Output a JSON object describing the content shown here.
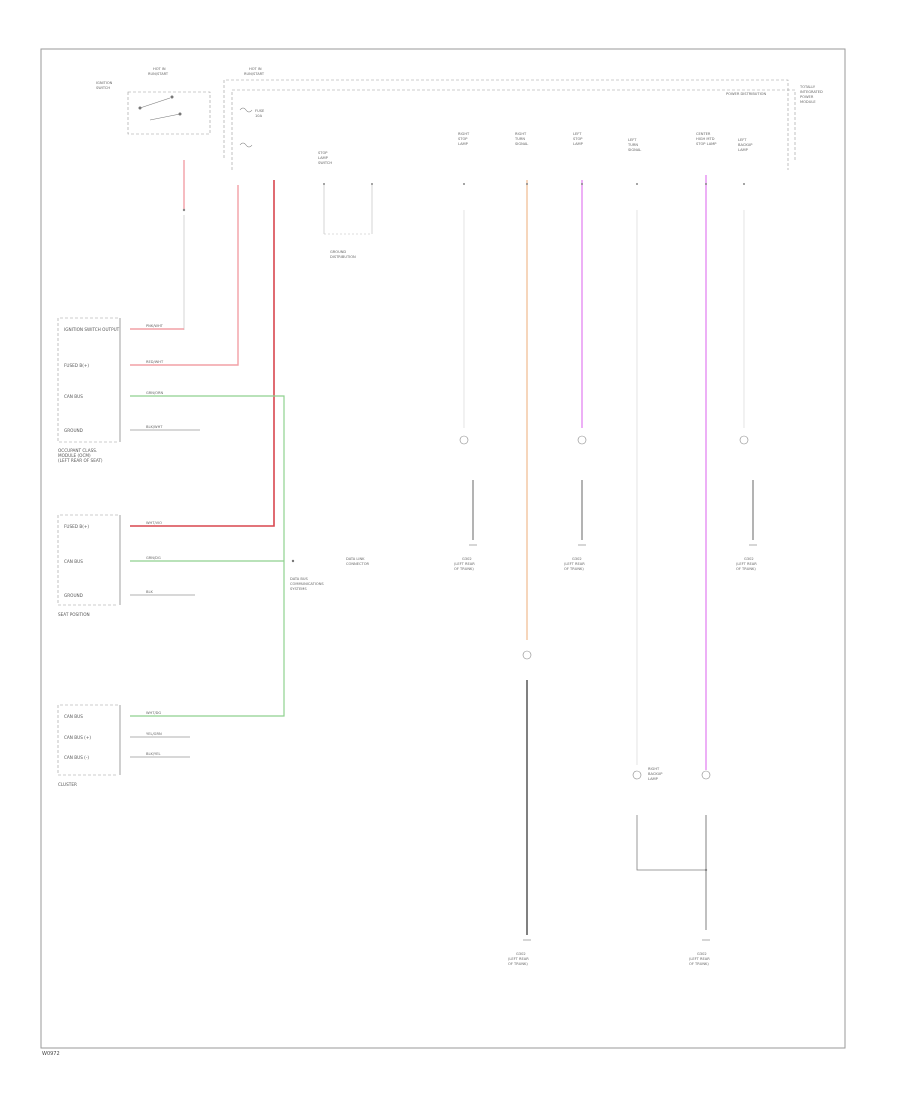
{
  "diagram": {
    "frame_id": "W0972",
    "colors": {
      "pink": "#f2a0a6",
      "red": "#d9474f",
      "green": "#8fd18f",
      "orange": "#f2c4a0",
      "violet": "#e58ef2",
      "gray": "#808080",
      "outline": "#9a9a9a"
    },
    "top_left_labels": {
      "ignition_switch": [
        "IGNITION",
        "SWITCH"
      ],
      "hot_run_1": [
        "HOT IN",
        "RUN/START"
      ],
      "hot_run_2": [
        "HOT IN",
        "RUN/START"
      ],
      "fuse": [
        "FUSE",
        "10A"
      ],
      "power_distribution": [
        "POWER DISTRIBUTION"
      ],
      "totally_integrated": [
        "TOTALLY",
        "INTEGRATED",
        "POWER",
        "MODULE"
      ],
      "stop_lamp_switch": [
        "STOP",
        "LAMP",
        "SWITCH"
      ]
    },
    "modules": {
      "occupant_classification": {
        "name": [
          "OCCUPANT CLASS.",
          "MODULE (OCM)",
          "(LEFT REAR OF SEAT)"
        ],
        "pins": [
          "IGNITION SWITCH OUTPUT",
          "FUSED B(+)",
          "CAN BUS",
          "GROUND"
        ]
      },
      "seat_position": {
        "name": [
          "SEAT POSITION"
        ],
        "pins": [
          "FUSED B(+)",
          "CAN BUS",
          "GROUND"
        ]
      },
      "cluster": {
        "name": [
          "CLUSTER"
        ],
        "pins": [
          "CAN BUS",
          "CAN BUS (+)",
          "CAN BUS (-)"
        ]
      }
    },
    "wire_labels": {
      "w1": "PNK/WHT",
      "w2": "RED/WHT",
      "w3": "WHT/VIO",
      "w4": "GRN/ORN",
      "w5": "GRN/DG",
      "w6": "WHT/DG",
      "w7": "BLK/WHT",
      "w8": "BLK",
      "w9": "YEL/GRN",
      "w10": "BLK/YEL"
    },
    "lamp_groups": {
      "lamp_1": [
        "RIGHT",
        "STOP",
        "LAMP"
      ],
      "lamp_2": [
        "RIGHT",
        "TURN",
        "SIGNAL"
      ],
      "lamp_3": [
        "LEFT",
        "STOP",
        "LAMP"
      ],
      "lamp_4": [
        "LEFT",
        "TURN",
        "SIGNAL"
      ],
      "lamp_5": [
        "CENTER",
        "HIGH MTD",
        "STOP LAMP"
      ],
      "lamp_6": [
        "LEFT",
        "BACKUP",
        "LAMP"
      ],
      "lamp_7": [
        "RIGHT",
        "BACKUP",
        "LAMP"
      ]
    },
    "ground_labels": {
      "g1": [
        "G302",
        "(LEFT REAR",
        "OF TRUNK)"
      ],
      "g2": [
        "G302",
        "(LEFT REAR",
        "OF TRUNK)"
      ],
      "g3": [
        "G302",
        "(LEFT REAR",
        "OF TRUNK)"
      ],
      "g4": [
        "G302",
        "(LEFT REAR",
        "OF TRUNK)"
      ],
      "g5": [
        "G302",
        "(LEFT REAR",
        "OF TRUNK)"
      ]
    },
    "misc_labels": {
      "ground_ref": [
        "GROUND",
        "DISTRIBUTION"
      ],
      "data_link": [
        "DATA LINK",
        "CONNECTOR"
      ],
      "data_bus": [
        "DATA BUS",
        "COMMUNICATIONS",
        "SYSTEMS"
      ]
    }
  }
}
